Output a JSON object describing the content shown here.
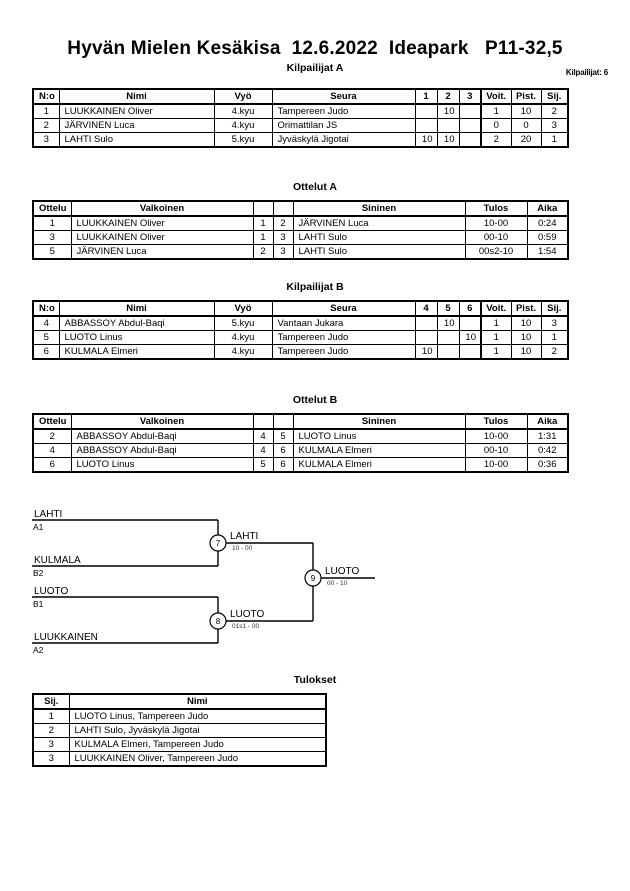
{
  "header": {
    "title": "Hyvän Mielen Kesäkisa  12.6.2022  Ideapark   P11-32,5",
    "entrant_count": "Kilpailijat: 6"
  },
  "sections": {
    "pool_a_heading": "Kilpailijat A",
    "bouts_a_heading": "Ottelut A",
    "pool_b_heading": "Kilpailijat B",
    "bouts_b_heading": "Ottelut B",
    "results_heading": "Tulokset"
  },
  "pool_a": {
    "columns": [
      "N:o",
      "Nimi",
      "Vyö",
      "Seura",
      "1",
      "2",
      "3",
      "Voit.",
      "Pist.",
      "Sij."
    ],
    "rows": [
      {
        "no": "1",
        "name": "LUUKKAINEN Oliver",
        "belt": "4.kyu",
        "club": "Tampereen Judo",
        "m1": "",
        "m2": "10",
        "m3": "",
        "wins": "1",
        "points": "10",
        "rank": "2"
      },
      {
        "no": "2",
        "name": "JÄRVINEN Luca",
        "belt": "4.kyu",
        "club": "Orimattilan JS",
        "m1": "",
        "m2": "",
        "m3": "",
        "wins": "0",
        "points": "0",
        "rank": "3"
      },
      {
        "no": "3",
        "name": "LAHTI Sulo",
        "belt": "5.kyu",
        "club": "Jyväskylä Jigotai",
        "m1": "10",
        "m2": "10",
        "m3": "",
        "wins": "2",
        "points": "20",
        "rank": "1"
      }
    ]
  },
  "bouts_a": {
    "columns": [
      "Ottelu",
      "Valkoinen",
      "",
      "",
      "Sininen",
      "Tulos",
      "Aika"
    ],
    "rows": [
      {
        "bout": "1",
        "white": "LUUKKAINEN Oliver",
        "wno": "1",
        "bno": "2",
        "blue": "JÄRVINEN Luca",
        "result": "10-00",
        "time": "0:24"
      },
      {
        "bout": "3",
        "white": "LUUKKAINEN Oliver",
        "wno": "1",
        "bno": "3",
        "blue": "LAHTI Sulo",
        "result": "00-10",
        "time": "0:59"
      },
      {
        "bout": "5",
        "white": "JÄRVINEN Luca",
        "wno": "2",
        "bno": "3",
        "blue": "LAHTI Sulo",
        "result": "00s2-10",
        "time": "1:54"
      }
    ]
  },
  "pool_b": {
    "columns": [
      "N:o",
      "Nimi",
      "Vyö",
      "Seura",
      "4",
      "5",
      "6",
      "Voit.",
      "Pist.",
      "Sij."
    ],
    "rows": [
      {
        "no": "4",
        "name": "ABBASSOY Abdul-Baqi",
        "belt": "5.kyu",
        "club": "Vantaan Jukara",
        "m1": "",
        "m2": "10",
        "m3": "",
        "wins": "1",
        "points": "10",
        "rank": "3"
      },
      {
        "no": "5",
        "name": "LUOTO Linus",
        "belt": "4.kyu",
        "club": "Tampereen Judo",
        "m1": "",
        "m2": "",
        "m3": "10",
        "wins": "1",
        "points": "10",
        "rank": "1"
      },
      {
        "no": "6",
        "name": "KULMALA Elmeri",
        "belt": "4.kyu",
        "club": "Tampereen Judo",
        "m1": "10",
        "m2": "",
        "m3": "",
        "wins": "1",
        "points": "10",
        "rank": "2"
      }
    ]
  },
  "bouts_b": {
    "columns": [
      "Ottelu",
      "Valkoinen",
      "",
      "",
      "Sininen",
      "Tulos",
      "Aika"
    ],
    "rows": [
      {
        "bout": "2",
        "white": "ABBASSOY Abdul-Baqi",
        "wno": "4",
        "bno": "5",
        "blue": "LUOTO Linus",
        "result": "10-00",
        "time": "1:31"
      },
      {
        "bout": "4",
        "white": "ABBASSOY Abdul-Baqi",
        "wno": "4",
        "bno": "6",
        "blue": "KULMALA Elmeri",
        "result": "00-10",
        "time": "0:42"
      },
      {
        "bout": "6",
        "white": "LUOTO Linus",
        "wno": "5",
        "bno": "6",
        "blue": "KULMALA Elmeri",
        "result": "10-00",
        "time": "0:36"
      }
    ]
  },
  "bracket": {
    "entries": [
      {
        "name": "LAHTI",
        "seed": "A1"
      },
      {
        "name": "KULMALA",
        "seed": "B2"
      },
      {
        "name": "LUOTO",
        "seed": "B1"
      },
      {
        "name": "LUUKKAINEN",
        "seed": "A2"
      }
    ],
    "matches": [
      {
        "number": "7",
        "winner": "LAHTI",
        "score": "10 - 00"
      },
      {
        "number": "8",
        "winner": "LUOTO",
        "score": "01s1 - 00"
      },
      {
        "number": "9",
        "winner": "LUOTO",
        "score": "00 - 10"
      }
    ]
  },
  "results": {
    "columns": [
      "Sij.",
      "Nimi"
    ],
    "rows": [
      {
        "rank": "1",
        "name": "LUOTO Linus, Tampereen Judo"
      },
      {
        "rank": "2",
        "name": "LAHTI Sulo, Jyväskylä Jigotai"
      },
      {
        "rank": "3",
        "name": "KULMALA Elmeri, Tampereen Judo"
      },
      {
        "rank": "3",
        "name": "LUUKKAINEN Oliver, Tampereen Judo"
      }
    ]
  }
}
